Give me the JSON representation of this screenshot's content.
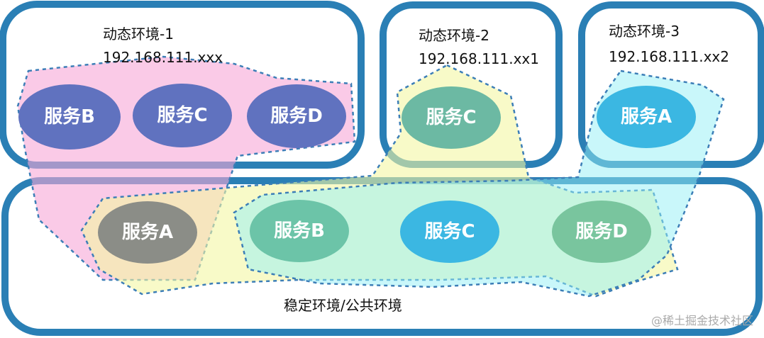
{
  "colors": {
    "frame": "#2a7fb5",
    "text": "#111111",
    "pill_text": "#ffffff",
    "dash": "#3c7eb7",
    "zone_pink": "#f6a6d7",
    "zone_yellow": "#f3f7a3",
    "zone_cyan": "#93f0f5",
    "pill_blue_purple": "#6072bf",
    "pill_gray": "#8b8d87",
    "pill_teal": "#6cb9a3",
    "pill_teal_green": "#6cc4a8",
    "pill_cyan_blue": "#3bb7e2",
    "pill_green": "#79c59e",
    "watermark": "#aaaaaa"
  },
  "environments": {
    "dyn1": {
      "name": "动态环境-1",
      "ip": "192.168.111.xxx"
    },
    "dyn2": {
      "name": "动态环境-2",
      "ip": "192.168.111.xx1"
    },
    "dyn3": {
      "name": "动态环境-3",
      "ip": "192.168.111.xx2"
    },
    "stable": {
      "name": "稳定环境/公共环境"
    }
  },
  "services": {
    "dyn1_b": "服务B",
    "dyn1_c": "服务C",
    "dyn1_d": "服务D",
    "dyn2_c": "服务C",
    "dyn3_a": "服务A",
    "stable_a": "服务A",
    "stable_b": "服务B",
    "stable_c": "服务C",
    "stable_d": "服务D"
  },
  "watermark": "@稀土掘金技术社区"
}
